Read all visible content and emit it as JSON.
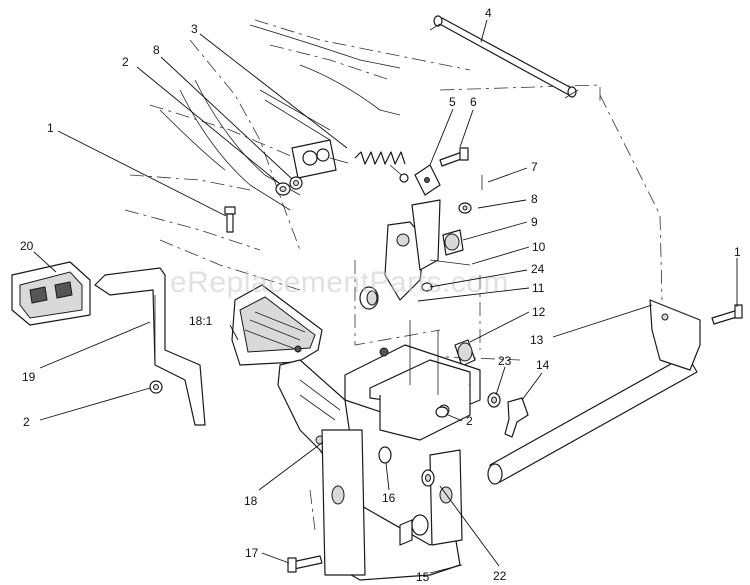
{
  "watermark": "eReplacementParts.com",
  "callouts": [
    {
      "id": "c1a",
      "label": "1"
    },
    {
      "id": "c1b",
      "label": "1"
    },
    {
      "id": "c2a",
      "label": "2"
    },
    {
      "id": "c2b",
      "label": "2"
    },
    {
      "id": "c2c",
      "label": "2"
    },
    {
      "id": "c3",
      "label": "3"
    },
    {
      "id": "c4",
      "label": "4"
    },
    {
      "id": "c5",
      "label": "5"
    },
    {
      "id": "c6",
      "label": "6"
    },
    {
      "id": "c7",
      "label": "7"
    },
    {
      "id": "c8a",
      "label": "8"
    },
    {
      "id": "c8b",
      "label": "8"
    },
    {
      "id": "c9",
      "label": "9"
    },
    {
      "id": "c10",
      "label": "10"
    },
    {
      "id": "c11",
      "label": "11"
    },
    {
      "id": "c12",
      "label": "12"
    },
    {
      "id": "c13",
      "label": "13"
    },
    {
      "id": "c14",
      "label": "14"
    },
    {
      "id": "c15",
      "label": "15"
    },
    {
      "id": "c16",
      "label": "16"
    },
    {
      "id": "c17",
      "label": "17"
    },
    {
      "id": "c18",
      "label": "18"
    },
    {
      "id": "c18_1",
      "label": "18:1"
    },
    {
      "id": "c19",
      "label": "19"
    },
    {
      "id": "c20",
      "label": "20"
    },
    {
      "id": "c22",
      "label": "22"
    },
    {
      "id": "c23",
      "label": "23"
    },
    {
      "id": "c24",
      "label": "24"
    }
  ]
}
